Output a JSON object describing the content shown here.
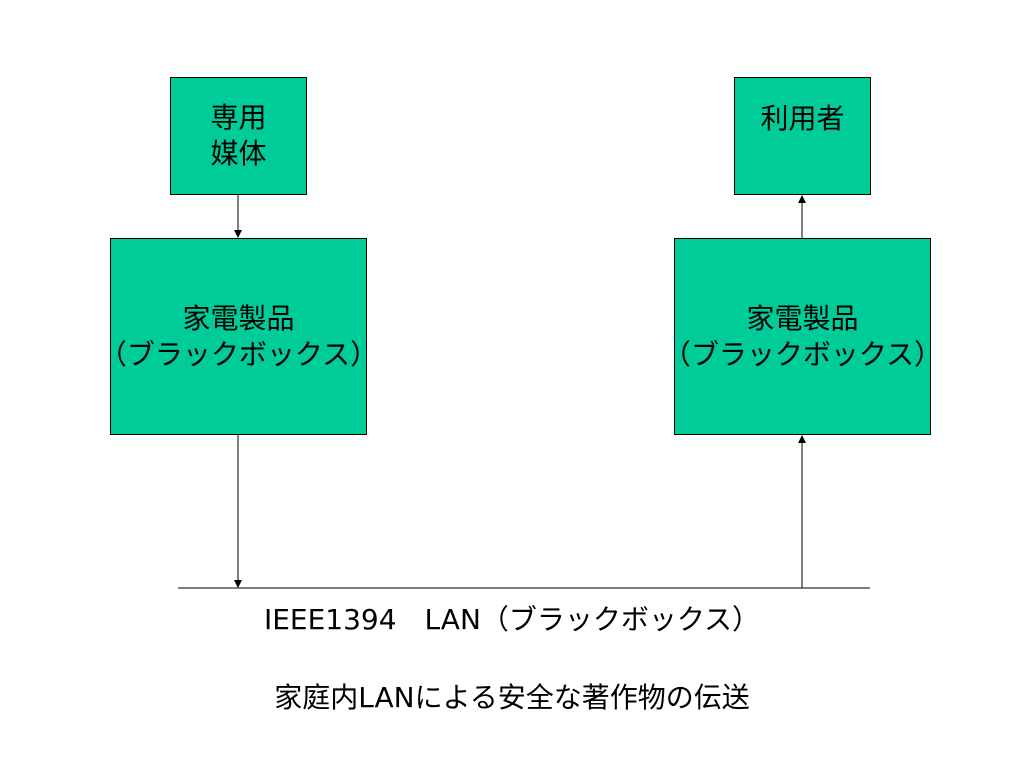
{
  "diagram": {
    "media_box": {
      "lines": [
        "専用",
        "媒体"
      ]
    },
    "user_box": {
      "lines": [
        "利用者"
      ]
    },
    "device_left": {
      "lines": [
        "家電製品",
        "（ブラックボックス）"
      ]
    },
    "device_right": {
      "lines": [
        "家電製品",
        "（ブラックボックス）"
      ]
    },
    "lan_label": "IEEE1394　LAN（ブラックボックス）",
    "slide_title": "家庭内LANによる安全な著作物の伝送"
  },
  "colors": {
    "box_fill": "#00cc99",
    "box_border": "#000000",
    "line": "#000000",
    "background": "#ffffff"
  }
}
